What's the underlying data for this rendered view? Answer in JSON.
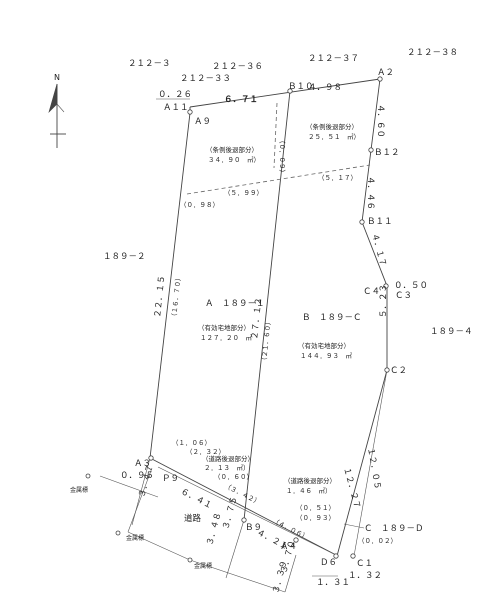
{
  "colors": {
    "line": "#444444",
    "text": "#222222",
    "background": "#ffffff"
  },
  "north_arrow": {
    "label": "N"
  },
  "neighbors": {
    "n212_3": "２１２－３",
    "n212_36": "２１２－３６",
    "n212_37": "２１２－３７",
    "n212_38": "２１２－３８",
    "n212_33": "２１２－３３",
    "n189_2": "１８９－２",
    "n189_4": "１８９－４",
    "c189_d": "Ｃ　１８９－Ｄ"
  },
  "points": {
    "a11": "Ａ１１",
    "a9": "Ａ９",
    "b10": "Ｂ１０",
    "a2": "Ａ２",
    "b12": "Ｂ１２",
    "b11": "Ｂ１１",
    "c4": "Ｃ４",
    "c3": "Ｃ３",
    "c2": "Ｃ２",
    "a3": "Ａ３",
    "p9": "Ｐ９",
    "b9": "Ｂ９",
    "a4": "Ａ４",
    "d6": "Ｄ６",
    "c1": "Ｃ１"
  },
  "lots": {
    "a": {
      "name": "Ａ　１８９－１",
      "usage": "（有効宅地部分）",
      "area": "１２７．２０　㎡"
    },
    "b": {
      "name": "Ｂ　１８９－Ｃ",
      "usage": "（有効宅地部分）",
      "area": "１４４．９３　㎡"
    },
    "setback_a": {
      "label": "（条例後退部分）",
      "area": "３４．９０　㎡）"
    },
    "setback_b": {
      "label": "（条例後退部分）",
      "area": "２５．５１　㎡）"
    },
    "road": "道路",
    "road_setback_left": {
      "label": "（道路後退部分）",
      "area": "２．１３　㎡）"
    },
    "road_setback_right": {
      "label": "（道路後退部分）",
      "area": "１．４６　㎡）"
    }
  },
  "dims": {
    "d026": "０．２６",
    "d671": "６．７１",
    "d498": "４．９８",
    "d460": "４．６０",
    "d009": "（０．０９）",
    "d446": "４．４６",
    "d099": "（５．９９）",
    "d517": "（５．１７）",
    "d098": "（０．９８）",
    "d417": "４．１７",
    "d050": "０．５０",
    "d2215": "２２．１５",
    "d1670": "（１６．７０）",
    "d2712": "２７．１２",
    "d2160": "（２１．６０）",
    "d523": "５．２３",
    "d1205": "１２．０５",
    "d1227": "１２．２７",
    "d106": "（１．０６）",
    "d232": "（２．３２）",
    "d060": "（０．６０）",
    "d095": "０．９５",
    "d641": "６．４１",
    "d342": "（３．４２）",
    "d347": "３．４７",
    "d375": "３．７５",
    "d348": "３．４８",
    "d051": "（０．５１）",
    "d093": "（０．９３）",
    "d406": "（４．０６）",
    "d421": "４．２１",
    "d002": "（０．０２）",
    "d370": "３．７０",
    "d339": "３．３９",
    "d131": "１．３１",
    "d132": "１．３２"
  },
  "legend": {
    "boundary_mark_1": "金属標",
    "boundary_mark_2": "金属標",
    "boundary_mark_3": "金属標"
  }
}
